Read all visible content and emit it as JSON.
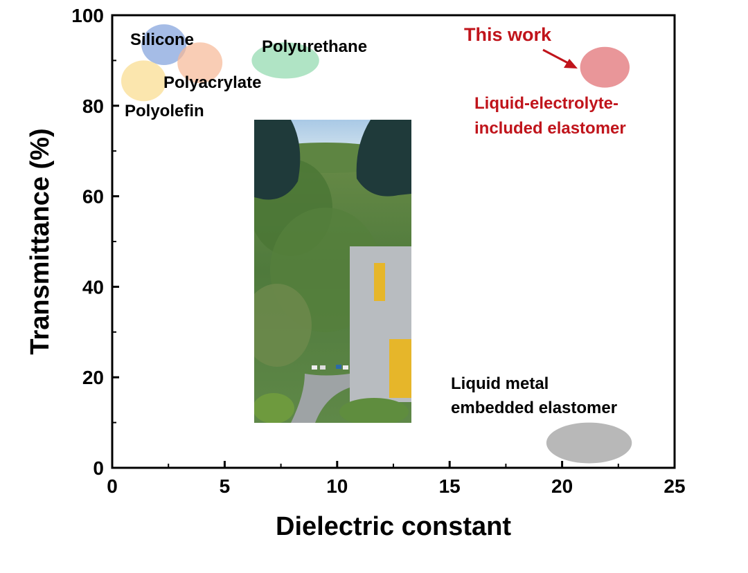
{
  "chart_data": {
    "type": "scatter",
    "xlabel": "Dielectric constant",
    "ylabel": "Transmittance (%)",
    "xlim": [
      0,
      25
    ],
    "ylim": [
      0,
      100
    ],
    "xticks": [
      "0",
      "5",
      "10",
      "15",
      "20",
      "25"
    ],
    "yticks": [
      "0",
      "20",
      "40",
      "60",
      "80",
      "100"
    ],
    "grid": false,
    "series": [
      {
        "name": "Silicone",
        "x": 2.3,
        "y": 93.5,
        "rx": 1.0,
        "ry": 4.5,
        "color": "#7f9fdc"
      },
      {
        "name": "Polyacrylate",
        "x": 3.9,
        "y": 89.5,
        "rx": 1.0,
        "ry": 4.5,
        "color": "#f6b896"
      },
      {
        "name": "Polyolefin",
        "x": 1.4,
        "y": 85.5,
        "rx": 1.0,
        "ry": 4.5,
        "color": "#fadc8c"
      },
      {
        "name": "Polyurethane",
        "x": 7.7,
        "y": 90.0,
        "rx": 1.5,
        "ry": 4.0,
        "color": "#8fd9ad"
      },
      {
        "name": "This work — Liquid-electrolyte-included elastomer",
        "x": 21.9,
        "y": 88.5,
        "rx": 1.1,
        "ry": 4.5,
        "color": "#df6a6d"
      },
      {
        "name": "Liquid metal embedded elastomer",
        "x": 21.2,
        "y": 5.5,
        "rx": 1.9,
        "ry": 4.5,
        "color": "#9a9a9a"
      }
    ],
    "labels": {
      "silicone": "Silicone",
      "polyacrylate": "Polyacrylate",
      "polyolefin": "Polyolefin",
      "polyurethane": "Polyurethane",
      "this_work": "This work",
      "electrolyte_line1": "Liquid-electrolyte-",
      "electrolyte_line2": "included elastomer",
      "metal_line1": "Liquid metal",
      "metal_line2": "embedded elastomer"
    },
    "inset": "photograph of a transparent elastomer film held over a landscape of a forested hillside and a building",
    "colors": {
      "highlight": "#c0141b",
      "axis": "#000000"
    }
  }
}
